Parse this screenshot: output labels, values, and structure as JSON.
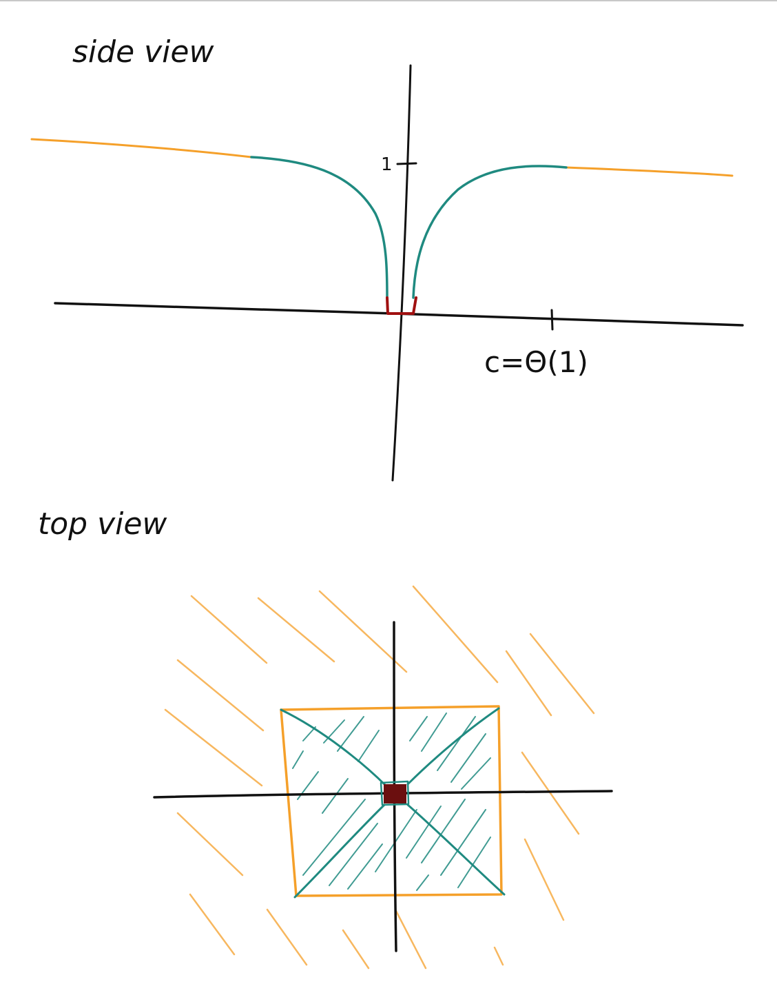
{
  "side_view": {
    "title": "side view",
    "y_tick_label": "1",
    "x_tick_label": "c=Θ(1)"
  },
  "top_view": {
    "title": "top view"
  },
  "colors": {
    "axis": "#111111",
    "outer_region": "#f5a02a",
    "middle_region": "#1f8a80",
    "inner_region": "#a01010",
    "inner_fill": "#6b0f0f"
  }
}
